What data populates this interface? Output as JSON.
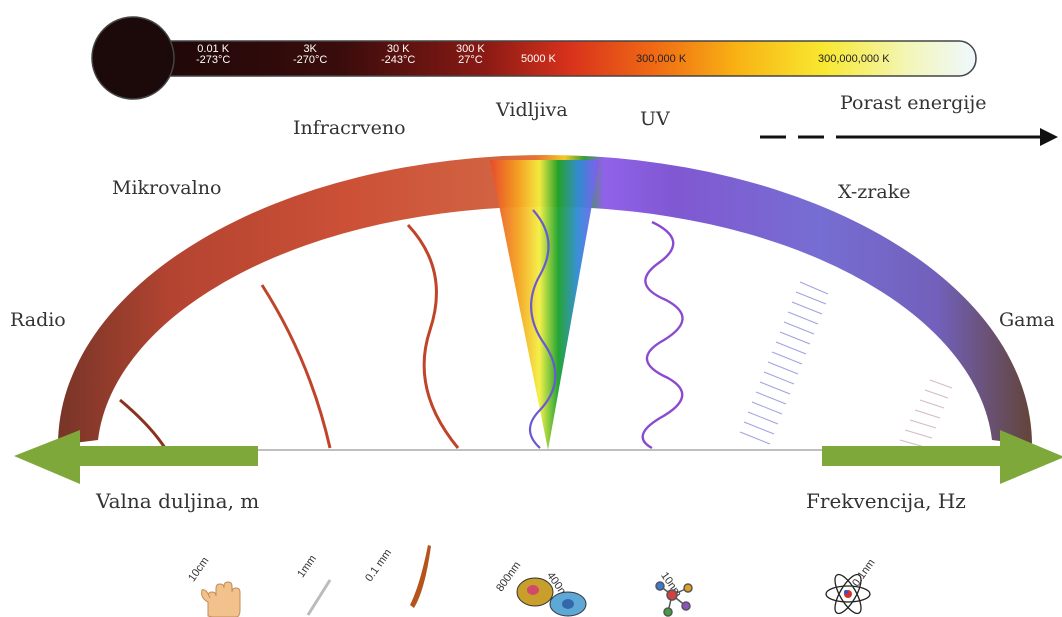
{
  "thermometer": {
    "labels": [
      {
        "top": "0.01 K",
        "bottom": "-273°C"
      },
      {
        "top": "3K",
        "bottom": "-270°C"
      },
      {
        "top": "30 K",
        "bottom": "-243°C"
      },
      {
        "top": "300 K",
        "bottom": "27°C"
      },
      {
        "top": "5000 K",
        "bottom": ""
      },
      {
        "top": "300,000 K",
        "bottom": ""
      },
      {
        "top": "300,000,000 K",
        "bottom": ""
      }
    ]
  },
  "energy": {
    "label": "Porast energije"
  },
  "regions": {
    "radio": "Radio",
    "microwave": "Mikrovalno",
    "infrared": "Infracrveno",
    "visible": "Vidljiva",
    "uv": "UV",
    "xray": "X-zrake",
    "gamma": "Gama"
  },
  "axes": {
    "wavelength": "Valna duljina, m",
    "frequency": "Frekvencija, Hz"
  },
  "scale": [
    {
      "label": "10cm",
      "icon": "hand-icon"
    },
    {
      "label": "1mm",
      "icon": "needle-icon"
    },
    {
      "label": "0.1 mm",
      "icon": "hair-icon"
    },
    {
      "label": "800nm",
      "icon": "cell-icon"
    },
    {
      "label": "400nm",
      "icon": "cell-icon"
    },
    {
      "label": "10nm",
      "icon": "molecule-icon"
    },
    {
      "label": "0.1nm",
      "icon": "atom-icon"
    }
  ],
  "colors": {
    "radio": "#7a2e1c",
    "infrared": "#c0442a",
    "violet": "#7a4fd0",
    "gamma": "#5a3a2a",
    "arrow_green": "#7fa83a"
  }
}
